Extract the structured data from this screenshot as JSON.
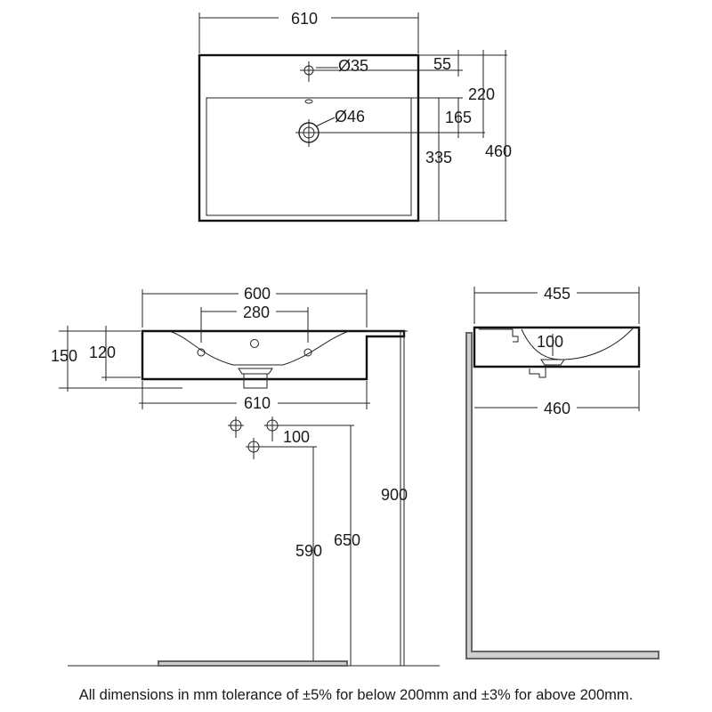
{
  "top_view": {
    "width": "610",
    "tap_hole": "Ø35",
    "waste_hole": "Ø46",
    "dim_55": "55",
    "dim_165": "165",
    "dim_220": "220",
    "dim_335": "335",
    "dim_460": "460"
  },
  "front_view": {
    "dim_600": "600",
    "dim_280": "280",
    "dim_150": "150",
    "dim_120": "120",
    "dim_610": "610",
    "dim_100": "100",
    "dim_590": "590",
    "dim_650": "650",
    "dim_900": "900"
  },
  "side_view": {
    "dim_455": "455",
    "dim_100": "100",
    "dim_460": "460"
  },
  "footnote": "All dimensions in mm tolerance of ±5% for below 200mm and ±3% for above 200mm."
}
